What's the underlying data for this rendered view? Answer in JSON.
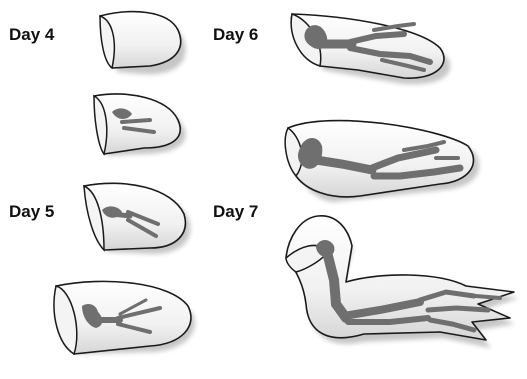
{
  "labels": {
    "day4": "Day 4",
    "day5": "Day 5",
    "day6": "Day 6",
    "day7": "Day 7"
  },
  "colors": {
    "limb_fill": "#f2f2f2",
    "limb_outline": "#1a1a1a",
    "cartilage": "#6f6f6f",
    "background": "#ffffff"
  }
}
